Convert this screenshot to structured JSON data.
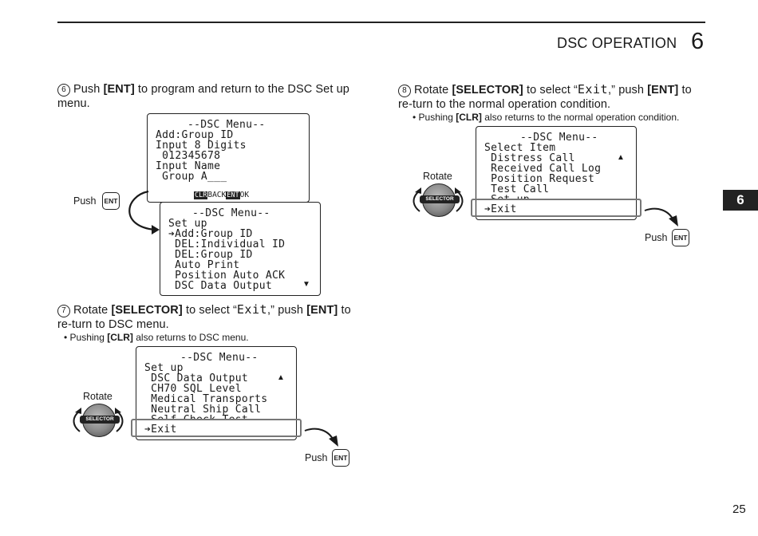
{
  "header": {
    "section_title": "DSC OPERATION",
    "chapter_number": "6"
  },
  "side_tab": "6",
  "page_number": "25",
  "steps": {
    "s6": {
      "marker": "6",
      "pre": "Push ",
      "key1": "[ENT]",
      "post": " to program and return to the DSC Set up menu."
    },
    "s7": {
      "marker": "7",
      "pre": "Rotate ",
      "key1": "[SELECTOR]",
      "mid": " to select “",
      "lcd_word": "Exit",
      "mid2": ",” push ",
      "key2": "[ENT]",
      "post": " to re-turn to DSC menu.",
      "note_pre": "• Pushing ",
      "note_key": "[CLR]",
      "note_post": " also returns to DSC menu."
    },
    "s8": {
      "marker": "8",
      "pre": "Rotate ",
      "key1": "[SELECTOR]",
      "mid": " to select “",
      "lcd_word": "Exit",
      "mid2": ",” push ",
      "key2": "[ENT]",
      "post": " to re-turn to the normal operation condition.",
      "note_pre": "• Pushing ",
      "note_key": "[CLR]",
      "note_post": " also returns to the normal operation condition."
    }
  },
  "screens": {
    "s6a": {
      "lines": [
        "--DSC Menu--",
        "Add:Group ID",
        "Input 8 Digits",
        " 012345678",
        "Input Name",
        " Group A___"
      ],
      "footer_clr": "CLR",
      "footer_back": "BACK",
      "footer_ent": "ENT",
      "footer_ok": "OK"
    },
    "s6b": {
      "lines": [
        "--DSC Menu--",
        "Set up",
        "➔Add:Group ID",
        " DEL:Individual ID",
        " DEL:Group ID",
        " Auto Print",
        " Position Auto ACK",
        " DSC Data Output"
      ]
    },
    "s7": {
      "lines": [
        "--DSC Menu--",
        "Set up",
        " DSC Data Output",
        " CH70 SQL Level",
        " Medical Transports",
        " Neutral Ship Call",
        " Self Check Test",
        "➔Exit"
      ]
    },
    "s8": {
      "lines": [
        "--DSC Menu--",
        "Select Item",
        " Distress Call",
        " Received Call Log",
        " Position Request",
        " Test Call",
        " Set up",
        "➔Exit"
      ]
    }
  },
  "labels": {
    "push": "Push",
    "rotate": "Rotate",
    "ent_key": "ENT",
    "selector_knob": "SELECTOR"
  },
  "colors": {
    "ink": "#1a1a1a",
    "highlight_frame": "#777777"
  }
}
